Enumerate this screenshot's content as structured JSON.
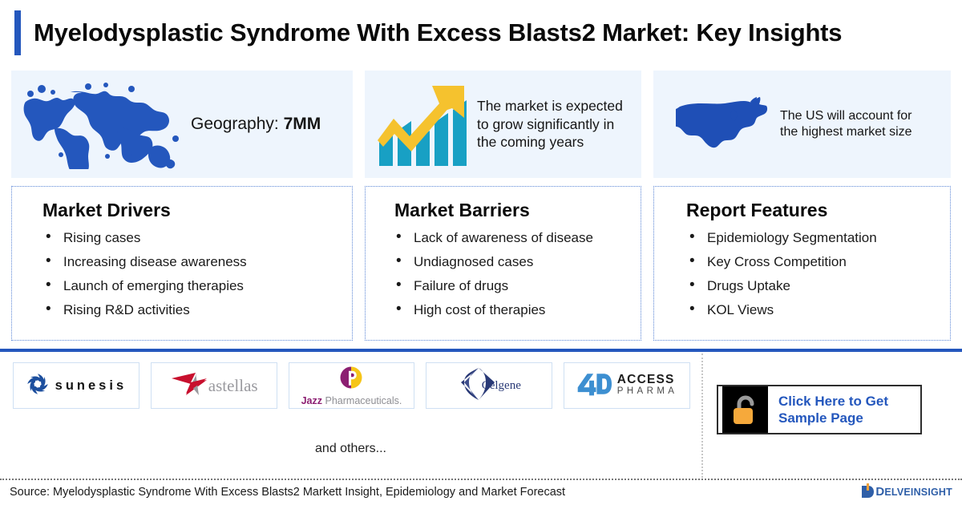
{
  "header": {
    "title": "Myelodysplastic Syndrome With Excess Blasts2 Market: Key Insights",
    "accent_color": "#2457bd"
  },
  "panels": [
    {
      "id": "geography",
      "icon": "world-map-icon",
      "label_prefix": "Geography: ",
      "label_value": "7MM",
      "bg": "#eef5fd",
      "icon_color": "#2457bd"
    },
    {
      "id": "market-growth",
      "icon": "growth-chart-icon",
      "text": "The market is expected to grow significantly in the coming years",
      "bg": "#eef5fd",
      "bar_color": "#18a0c4",
      "arrow_color": "#f5c22e"
    },
    {
      "id": "us-market",
      "icon": "usa-map-icon",
      "text": "The US will account for the highest market size",
      "bg": "#eef5fd",
      "icon_color": "#1f4fb6"
    }
  ],
  "boxes": [
    {
      "id": "market-drivers",
      "heading": "Market Drivers",
      "items": [
        "Rising cases",
        "Increasing disease awareness",
        "Launch of emerging therapies",
        "Rising R&D activities"
      ]
    },
    {
      "id": "market-barriers",
      "heading": "Market Barriers",
      "items": [
        "Lack of awareness of disease",
        "Undiagnosed cases",
        "Failure of drugs",
        "High cost of therapies"
      ]
    },
    {
      "id": "report-features",
      "heading": "Report Features",
      "items": [
        "Epidemiology Segmentation",
        "Key Cross Competition",
        "Drugs Uptake",
        "KOL Views"
      ]
    }
  ],
  "logos": [
    {
      "id": "sunesis",
      "name": "sunesis",
      "mark": "sunesis-spiral-icon",
      "color": "#1d4f9e"
    },
    {
      "id": "astellas",
      "name": "astellas",
      "mark": "astellas-star-icon",
      "color": "#c8102e"
    },
    {
      "id": "jazz",
      "name_bold": "Jazz",
      "name_rest": "Pharmaceuticals.",
      "mark": "jazz-circle-icon",
      "color": "#8c1f72"
    },
    {
      "id": "celgene",
      "name": "Celgene",
      "mark": "celgene-swoosh-icon",
      "color": "#2a3a77"
    },
    {
      "id": "access",
      "name_top": "ACCESS",
      "name_bottom": "PHARMA",
      "mark": "access-4d-icon",
      "color": "#3d8fd1"
    }
  ],
  "and_others": "and others...",
  "cta": {
    "icon": "open-padlock-icon",
    "label_line1": "Click Here to Get",
    "label_line2": "Sample Page",
    "text_color": "#2457bd",
    "lock_body_color": "#f6a93b",
    "lock_shackle_color": "#9a9a9a"
  },
  "footer": {
    "source": "Source: Myelodysplastic Syndrome With Excess Blasts2 Markett Insight, Epidemiology and Market Forecast",
    "brand_d": "D",
    "brand_rest": "ELVEINSIGHT",
    "brand_color": "#2f5fa8"
  }
}
